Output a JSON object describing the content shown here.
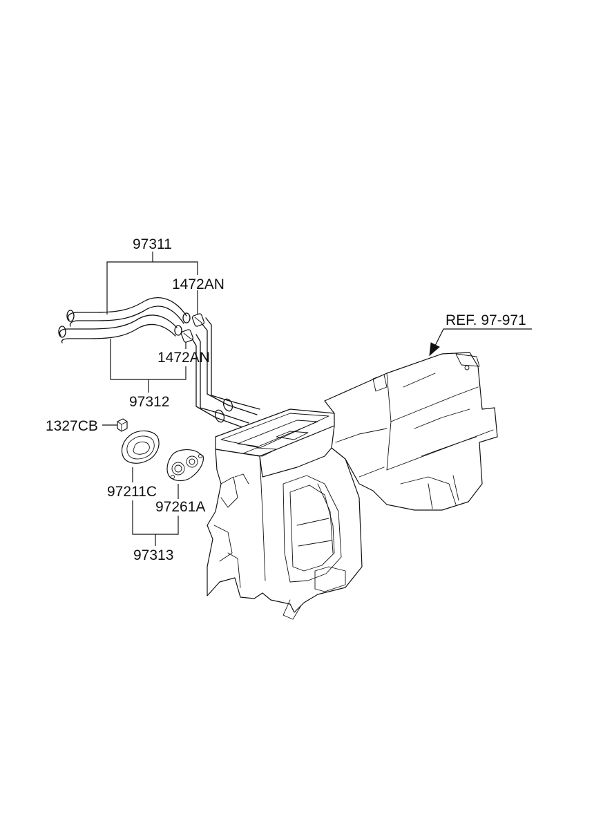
{
  "labels": {
    "p97311": "97311",
    "p1472AN_top": "1472AN",
    "p1472AN_bottom": "1472AN",
    "p97312": "97312",
    "p1327CB": "1327CB",
    "p97211C": "97211C",
    "p97261A": "97261A",
    "p97313": "97313",
    "ref": "REF. 97-971"
  },
  "icons": [
    "heater-hose-pipe",
    "hose-clamp",
    "grommet-plug",
    "gasket",
    "seal-plate",
    "heater-blower-unit"
  ]
}
